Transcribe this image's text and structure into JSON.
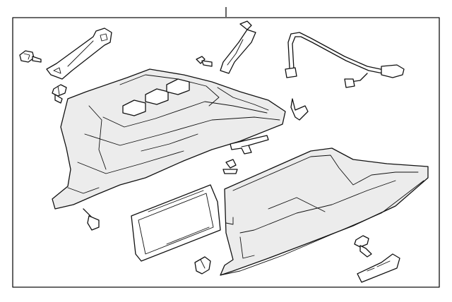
{
  "diagram": {
    "kind": "exploded-parts-diagram",
    "subject": "glove-box-assembly",
    "colors": {
      "line": "#111111",
      "fill": "#ececec",
      "background": "#ffffff"
    },
    "parts": [
      {
        "name": "upper-bracket"
      },
      {
        "name": "bracket-bolt-left"
      },
      {
        "name": "screw-small"
      },
      {
        "name": "push-pin-clip"
      },
      {
        "name": "latch-striker-bracket"
      },
      {
        "name": "damper-rod-harness"
      },
      {
        "name": "glove-box-housing"
      },
      {
        "name": "side-clip-right"
      },
      {
        "name": "center-latch-bracket"
      },
      {
        "name": "fastener-pin"
      },
      {
        "name": "side-clip-left"
      },
      {
        "name": "glove-box-door-liner"
      },
      {
        "name": "glove-box-bin"
      },
      {
        "name": "hinge-clip"
      },
      {
        "name": "lock-bolt"
      },
      {
        "name": "door-handle-latch"
      }
    ]
  }
}
